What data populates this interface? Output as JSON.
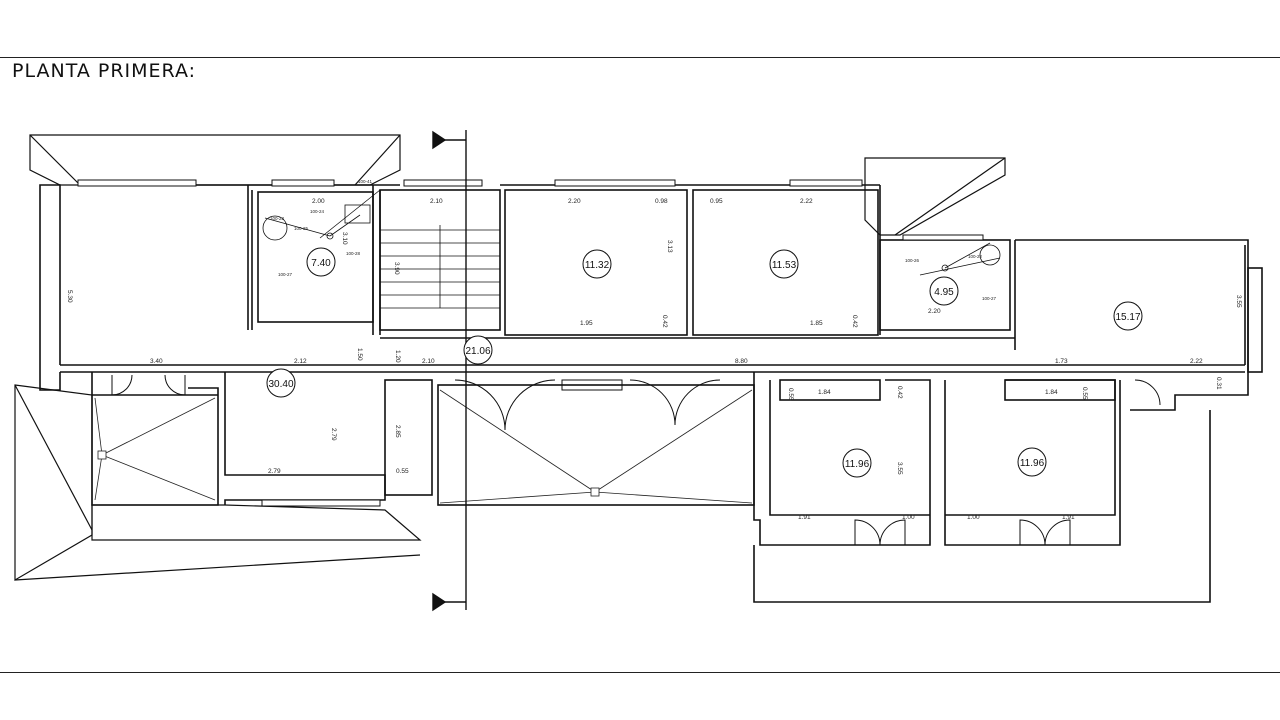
{
  "title": "PLANTA PRIMERA:",
  "rooms": [
    {
      "id": "living",
      "area": "30.40"
    },
    {
      "id": "bath1",
      "area": "7.40"
    },
    {
      "id": "corridor",
      "area": "21.06"
    },
    {
      "id": "bed1",
      "area": "11.32"
    },
    {
      "id": "bed2",
      "area": "11.53"
    },
    {
      "id": "bath2",
      "area": "4.95"
    },
    {
      "id": "bed3",
      "area": "15.17"
    },
    {
      "id": "bed4",
      "area": "11.96"
    },
    {
      "id": "bed5",
      "area": "11.96"
    }
  ],
  "dimensions": {
    "d_5_30": "5.30",
    "d_2_00": "2.00",
    "d_2_10_top": "2.10",
    "d_2_20": "2.20",
    "d_0_98": "0.98",
    "d_0_95": "0.95",
    "d_2_22_top": "2.22",
    "d_3_13": "3.13",
    "d_3_10": "3.10",
    "d_3_90": "3.90",
    "d_1_50": "1.50",
    "d_1_20": "1.20",
    "d_3_40": "3.40",
    "d_2_12": "2.12",
    "d_2_10_mid": "2.10",
    "d_8_80": "8.80",
    "d_1_73": "1.73",
    "d_2_22_mid": "2.22",
    "d_3_55_right": "3.55",
    "d_0_31": "0.31",
    "d_1_95": "1.95",
    "d_0_42a": "0.42",
    "d_1_85": "1.85",
    "d_0_42b": "0.42",
    "d_2_20_bath": "2.20",
    "d_2_79_v": "2.79",
    "d_2_79_h": "2.79",
    "d_2_85": "2.85",
    "d_0_55": "0.55",
    "d_0_55b": "0.55",
    "d_1_84a": "1.84",
    "d_0_42c": "0.42",
    "d_3_55_bed": "3.55",
    "d_1_84b": "1.84",
    "d_0_55c": "0.55",
    "d_1_91a": "1.91",
    "d_1_00a": "1.00",
    "d_1_00b": "1.00",
    "d_1_91b": "1.91"
  },
  "fixtures": {
    "f1": "100-41",
    "f2": "100-23",
    "f3": "100-24",
    "f4": "100-25",
    "f5": "100-27",
    "f6": "100-28",
    "f7": "100-26",
    "f8": "100-27",
    "f9": "100-22"
  }
}
